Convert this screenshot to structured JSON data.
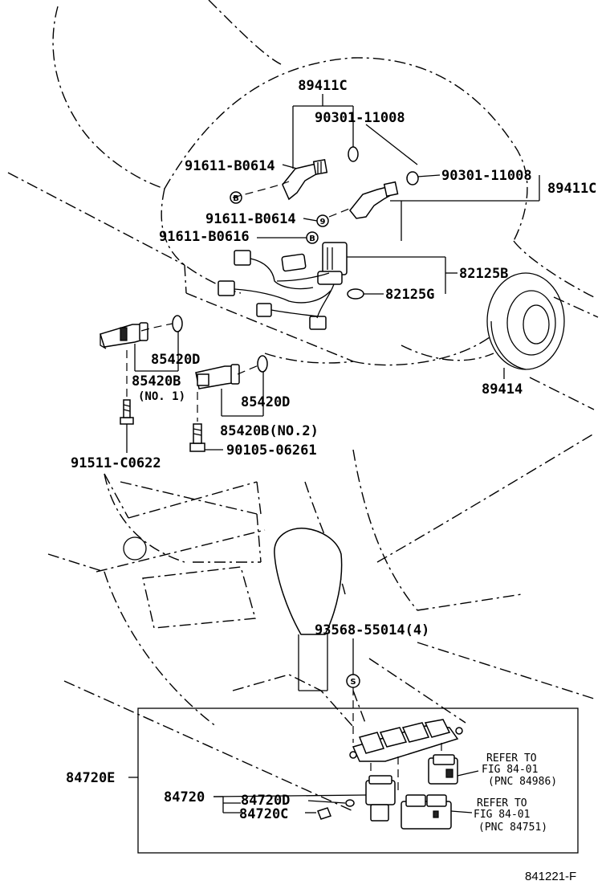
{
  "diagram": {
    "labels": {
      "p89411c_top": "89411C",
      "p90301_top": "90301-11008",
      "p91611_b0614_a": "91611-B0614",
      "p90301_right": "90301-11008",
      "p89411c_right": "89411C",
      "p91611_b0614_b": "91611-B0614",
      "p91611_b0616": "91611-B0616",
      "p82125b": "82125B",
      "p82125g": "82125G",
      "p85420d_a": "85420D",
      "p85420b_a": "85420B",
      "no1": "(NO. 1)",
      "p85420d_b": "85420D",
      "p89414": "89414",
      "p85420b_b": "85420B(NO.2)",
      "p91511": "91511-C0622",
      "p90105": "90105-06261",
      "p93568": "93568-55014(4)",
      "p84720e": "84720E",
      "p84720": "84720",
      "p84720d": "84720D",
      "p84720c": "84720C",
      "refer1_line1": "REFER TO",
      "refer1_line2": "FIG 84-01",
      "refer1_line3": "(PNC 84986)",
      "refer2_line1": "REFER TO",
      "refer2_line2": "FIG 84-01",
      "refer2_line3": "(PNC 84751)",
      "figure_code": "841221-F"
    },
    "markers": {
      "b": "B",
      "s": "S"
    }
  }
}
